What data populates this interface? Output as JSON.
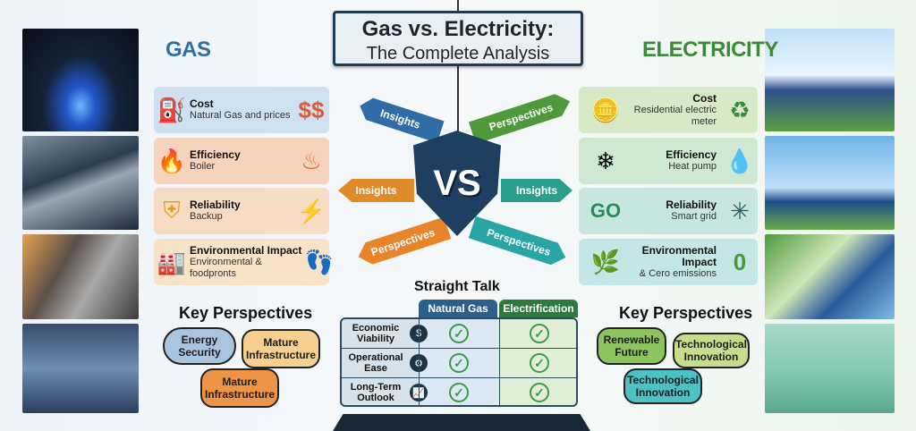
{
  "title": {
    "line1": "Gas vs. Electricity:",
    "line2": "The Complete Analysis"
  },
  "gas": {
    "heading": "GAS",
    "color": "#2e6fa6",
    "rows": [
      {
        "title": "Cost",
        "desc": "Natural Gas and prices",
        "icon": "gas-pump-icon",
        "icon2": "price-tags-icon"
      },
      {
        "title": "Efficiency",
        "desc": "Boiler",
        "icon": "furnace-icon",
        "icon2": "boiler-icon"
      },
      {
        "title": "Reliability",
        "desc": "Backup",
        "icon": "shield-bolt-icon",
        "icon2": "generator-icon"
      },
      {
        "title": "Environmental Impact",
        "desc": "Environmental & foodpronts",
        "icon": "factory-smoke-icon",
        "icon2": "footprint-icon"
      }
    ],
    "key_title": "Key Perspectives",
    "bubbles": [
      "Energy Security",
      "Mature Infrastructure",
      "Mature Infrastructure"
    ]
  },
  "electricity": {
    "heading": "ELECTRICITY",
    "color": "#3a8a3a",
    "rows": [
      {
        "title": "Cost",
        "desc": "Residential electric meter",
        "icon": "electric-meter-icon",
        "icon2": "renewable-bolt-icon"
      },
      {
        "title": "Efficiency",
        "desc": "Heat pump",
        "icon": "heat-pump-icon",
        "icon2": "water-drop-icon"
      },
      {
        "title": "Reliability",
        "desc": "Smart grid",
        "icon": "go-smart-logo-icon",
        "icon2": "grid-network-icon"
      },
      {
        "title": "Environmental Impact",
        "desc": "& Cero emissions",
        "icon": "leaves-icon",
        "icon2": "zero-emissions-icon"
      }
    ],
    "key_title": "Key Perspectives",
    "bubbles": [
      "Renewable Future",
      "Technological Innovation",
      "Technological Innovation"
    ]
  },
  "center": {
    "vs": "VS",
    "arrows": [
      "Insights",
      "Perspectives",
      "Insights",
      "Insights",
      "Perspectives",
      "Perspectives"
    ]
  },
  "table": {
    "title": "Straight Talk",
    "columns": [
      "Natural Gas",
      "Electrification"
    ],
    "rows": [
      {
        "label": "Economic Viability",
        "icon": "dollar-icon",
        "gas": true,
        "elec": true
      },
      {
        "label": "Operational Ease",
        "icon": "gear-icon",
        "gas": true,
        "elec": true
      },
      {
        "label": "Long-Term Outlook",
        "icon": "growth-chart-icon",
        "gas": true,
        "elec": true
      }
    ]
  }
}
